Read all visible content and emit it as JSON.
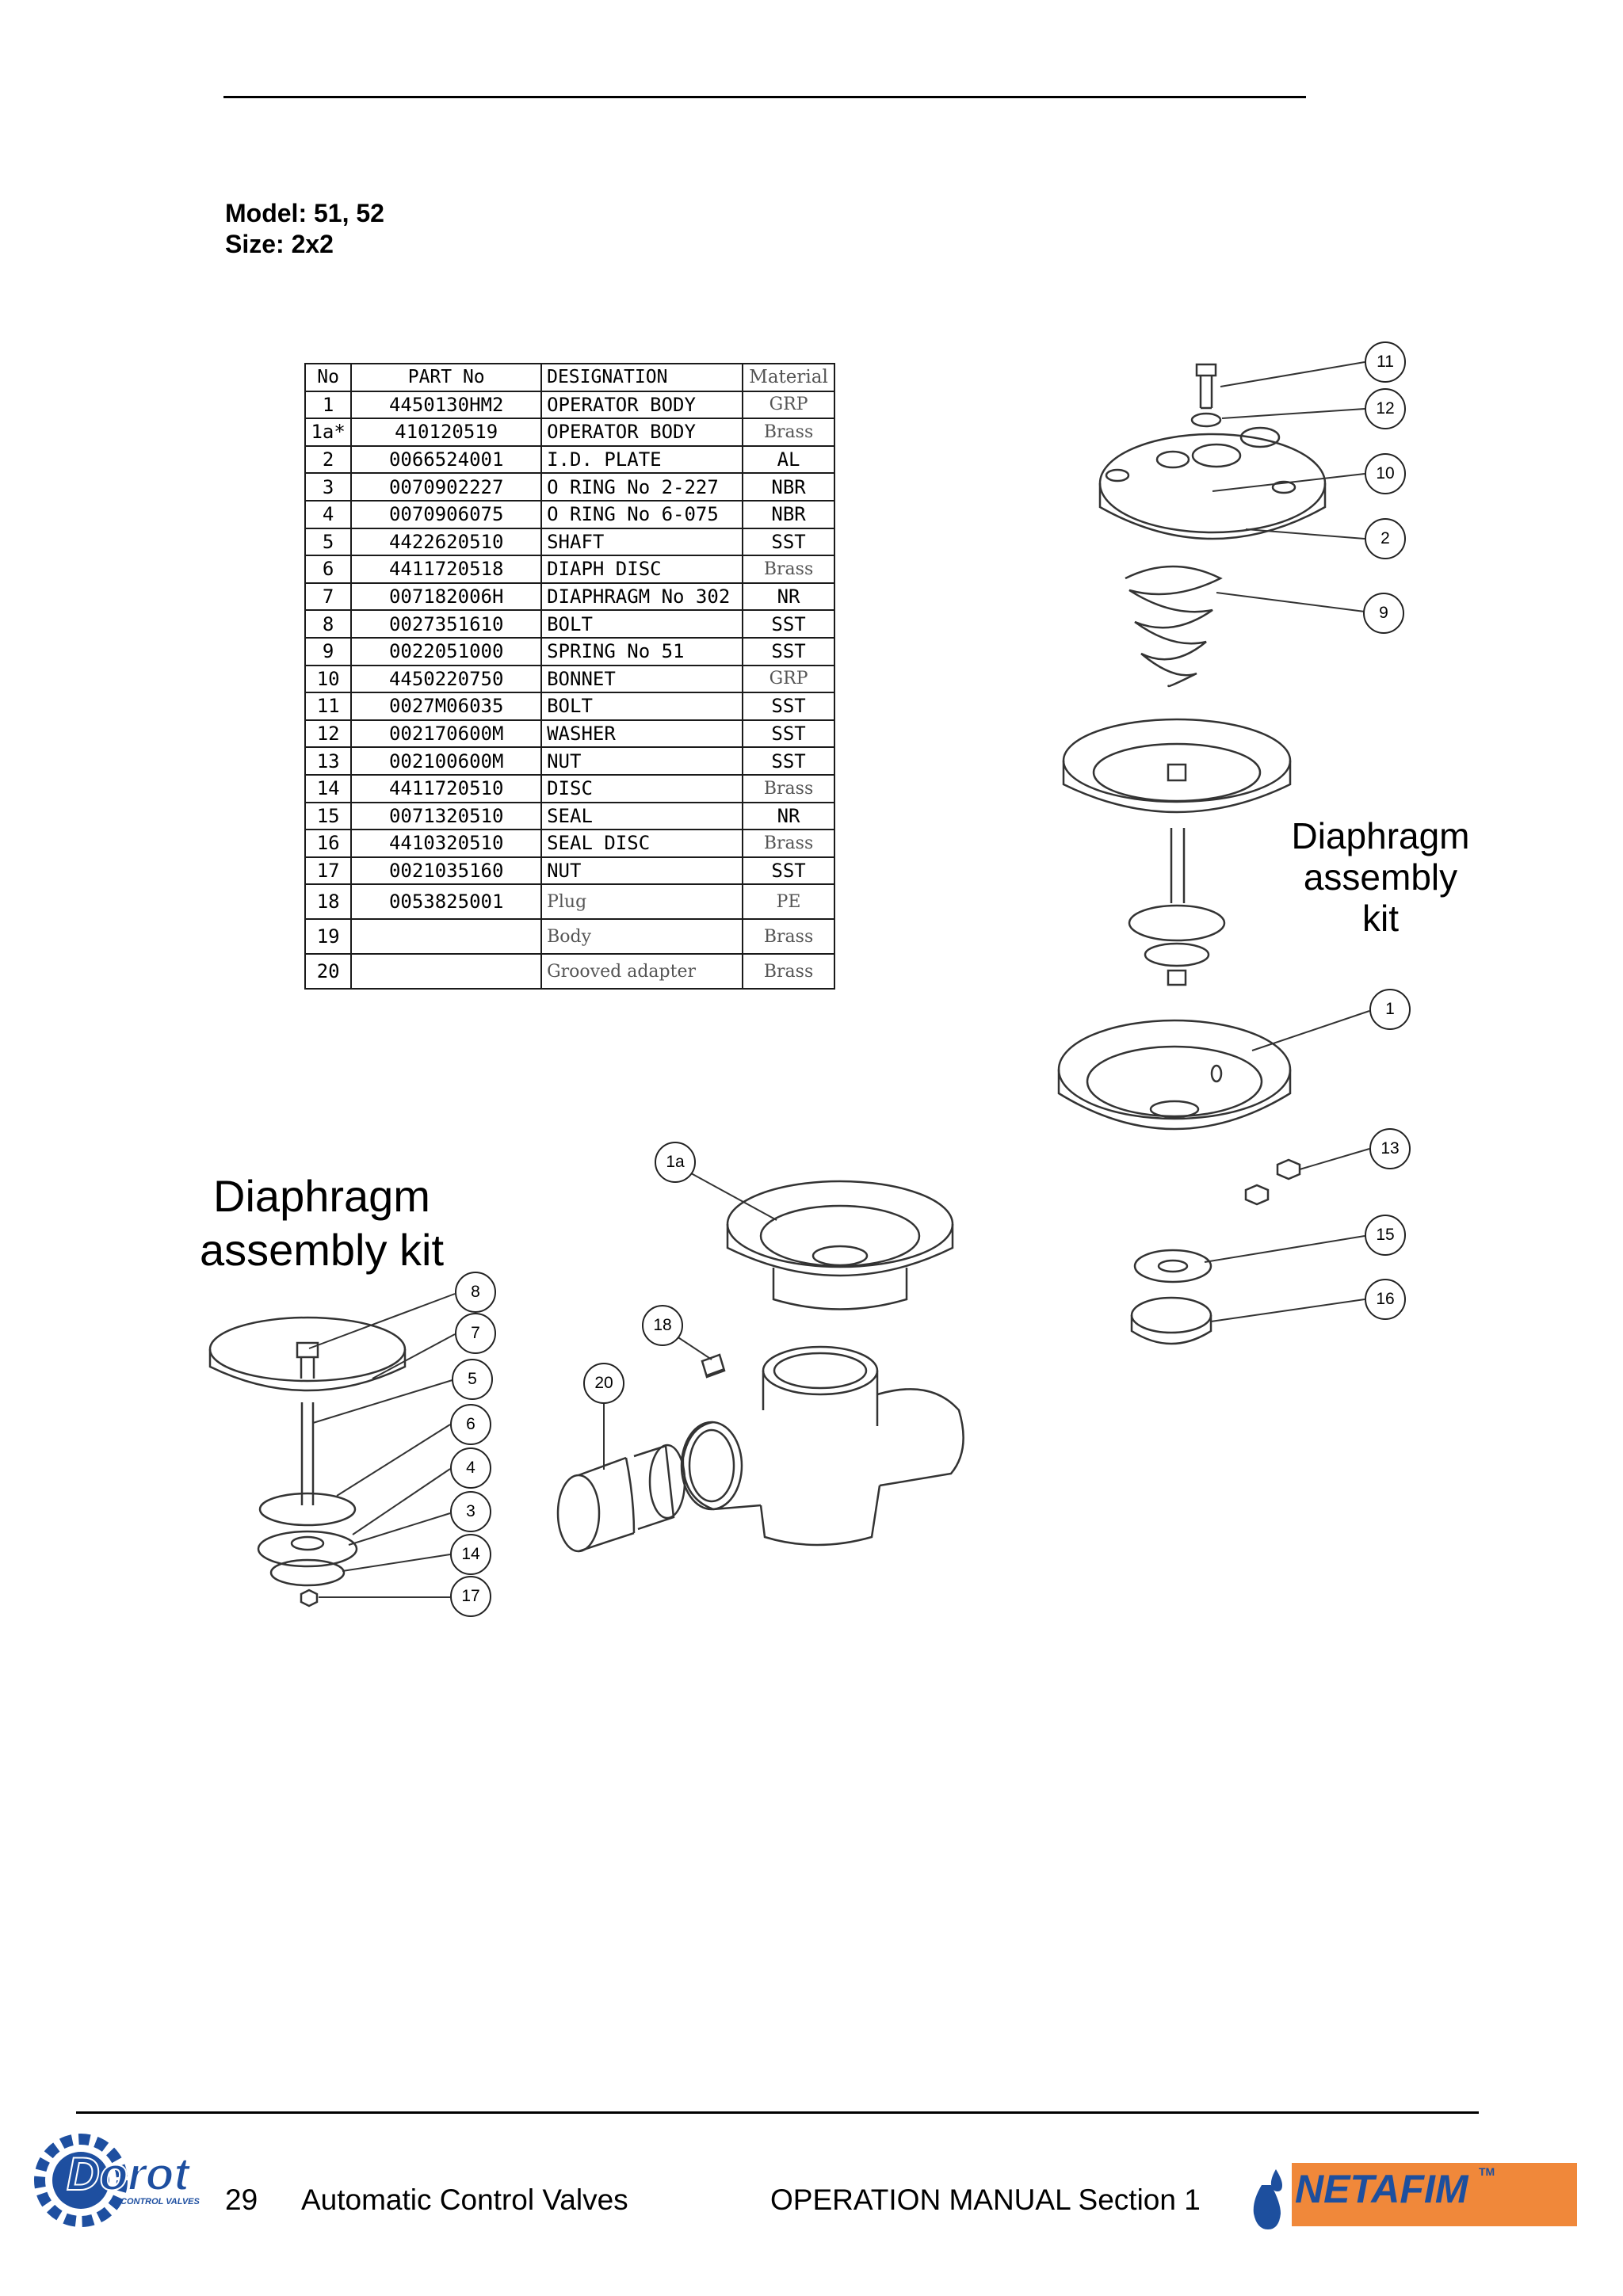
{
  "header": {
    "model_line": "Model: 51, 52",
    "size_line": "Size: 2x2"
  },
  "parts_table": {
    "columns": [
      "No",
      "PART No",
      "DESIGNATION",
      "Material"
    ],
    "rows": [
      {
        "no": "1",
        "part": "4450130HM2",
        "designation": "OPERATOR BODY",
        "material": "GRP"
      },
      {
        "no": "1a*",
        "part": "410120519",
        "designation": "OPERATOR BODY",
        "material": "Brass"
      },
      {
        "no": "2",
        "part": "0066524001",
        "designation": "I.D. PLATE",
        "material": "AL"
      },
      {
        "no": "3",
        "part": "0070902227",
        "designation": "O RING No 2-227",
        "material": "NBR"
      },
      {
        "no": "4",
        "part": "0070906075",
        "designation": "O RING No 6-075",
        "material": "NBR"
      },
      {
        "no": "5",
        "part": "4422620510",
        "designation": "SHAFT",
        "material": "SST"
      },
      {
        "no": "6",
        "part": "4411720518",
        "designation": "DIAPH DISC",
        "material": "Brass"
      },
      {
        "no": "7",
        "part": "007182006H",
        "designation": "DIAPHRAGM No 302",
        "material": "NR"
      },
      {
        "no": "8",
        "part": "0027351610",
        "designation": "BOLT",
        "material": "SST"
      },
      {
        "no": "9",
        "part": "0022051000",
        "designation": "SPRING No 51",
        "material": "SST"
      },
      {
        "no": "10",
        "part": "4450220750",
        "designation": "BONNET",
        "material": "GRP"
      },
      {
        "no": "11",
        "part": "0027M06035",
        "designation": "BOLT",
        "material": "SST"
      },
      {
        "no": "12",
        "part": "002170600M",
        "designation": "WASHER",
        "material": "SST"
      },
      {
        "no": "13",
        "part": "002100600M",
        "designation": "NUT",
        "material": "SST"
      },
      {
        "no": "14",
        "part": "4411720510",
        "designation": "DISC",
        "material": "Brass"
      },
      {
        "no": "15",
        "part": "0071320510",
        "designation": "SEAL",
        "material": "NR"
      },
      {
        "no": "16",
        "part": "4410320510",
        "designation": "SEAL DISC",
        "material": "Brass"
      },
      {
        "no": "17",
        "part": "0021035160",
        "designation": "NUT",
        "material": "SST"
      },
      {
        "no": "18",
        "part": "0053825001",
        "designation": "Plug",
        "material": "PE"
      },
      {
        "no": "19",
        "part": "",
        "designation": "Body",
        "material": "Brass"
      },
      {
        "no": "20",
        "part": "",
        "designation": "Grooved adapter",
        "material": "Brass"
      }
    ]
  },
  "callouts": {
    "c11": "11",
    "c12": "12",
    "c10": "10",
    "c2": "2",
    "c9": "9",
    "c1": "1",
    "c13": "13",
    "c15": "15",
    "c16": "16",
    "c1a": "1a",
    "c18": "18",
    "c20": "20",
    "c8": "8",
    "c7": "7",
    "c5": "5",
    "c6": "6",
    "c4": "4",
    "c3": "3",
    "c14": "14",
    "c17": "17"
  },
  "labels": {
    "kit_right_1": "Diaphragm",
    "kit_right_2": "assembly",
    "kit_right_3": "kit",
    "kit_left_1": "Diaphragm",
    "kit_left_2": "assembly kit"
  },
  "footer": {
    "page_number": "29",
    "title": "Automatic Control Valves",
    "section": "OPERATION MANUAL Section 1",
    "dorot_logo_text": "Dorot",
    "dorot_logo_sub": "CONTROL VALVES",
    "netafim_logo_text": "NETAFIM",
    "netafim_tm": "TM"
  },
  "colors": {
    "netafim_orange": "#f0883a",
    "dorot_blue": "#1e4fa0",
    "netafim_blue": "#1d4f9e"
  }
}
